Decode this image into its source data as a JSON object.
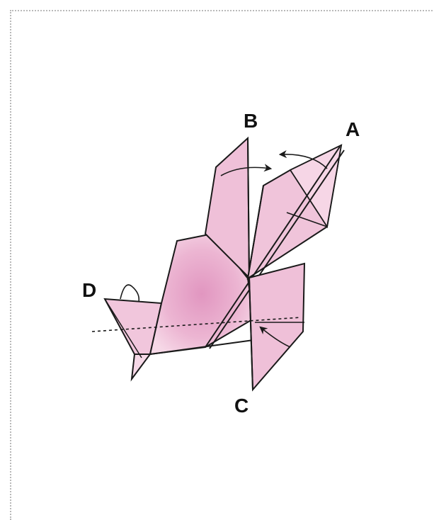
{
  "labels": {
    "A": "A",
    "B": "B",
    "C": "C",
    "D": "D"
  },
  "colors": {
    "paper_light": "#f3cfe2",
    "paper_mid": "#eab0cf",
    "paper_deep": "#df93bd",
    "line": "#1a1a1a",
    "border": "#b9b9b9"
  }
}
